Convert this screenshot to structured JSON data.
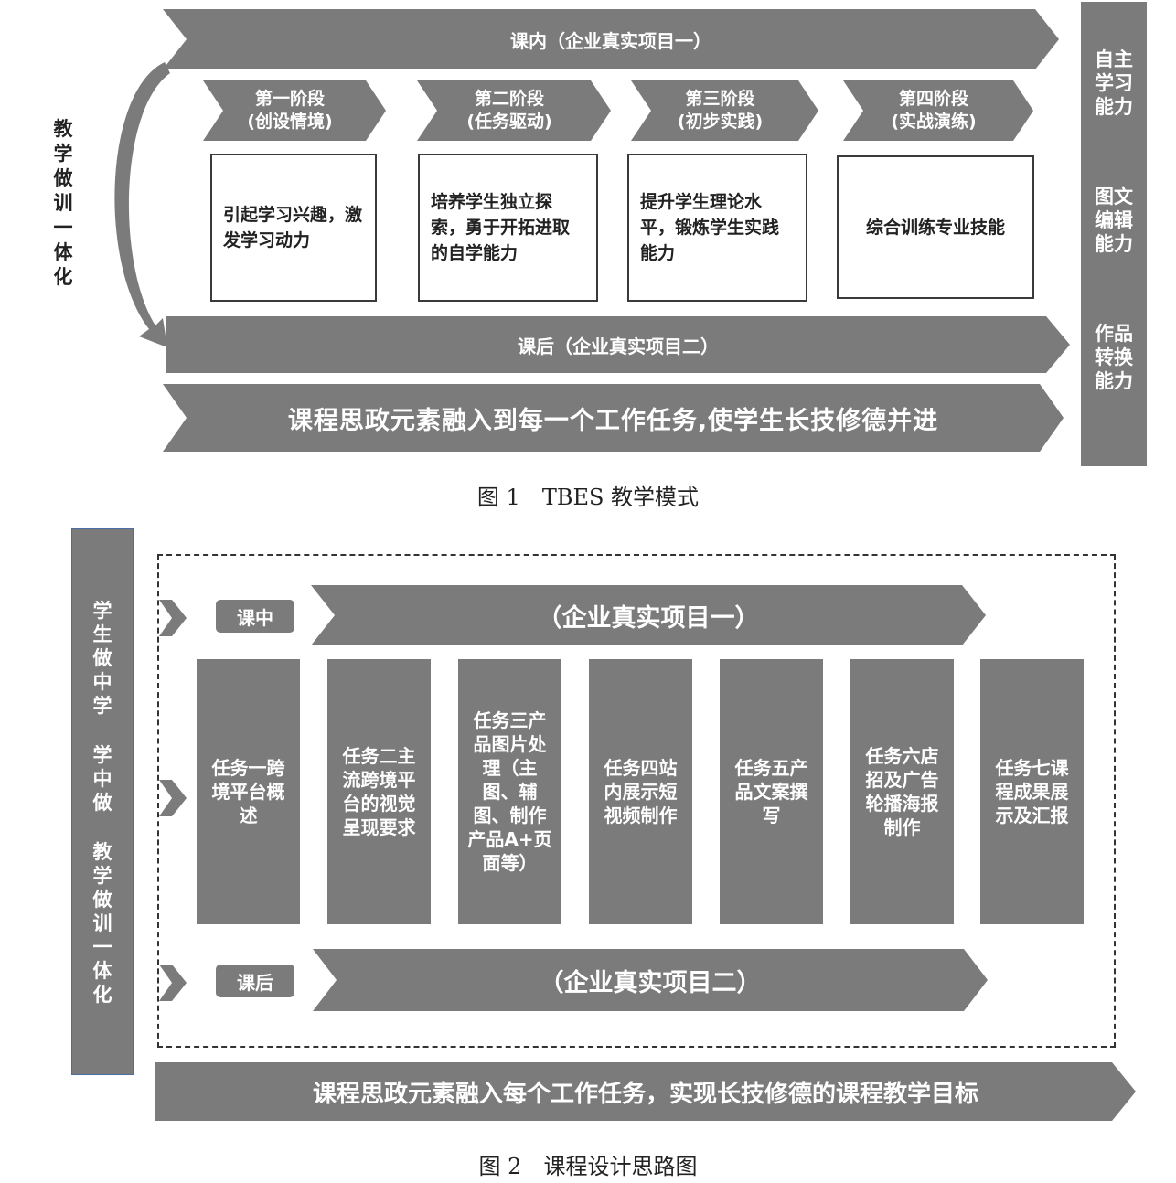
{
  "figure1": {
    "top_arrow": "课内（企业真实项目一）",
    "side_label": "教学做训一体化",
    "stages": [
      {
        "name": "第一阶段",
        "sub": "(创设情境)",
        "desc": "引起学习兴趣，激发学习动力"
      },
      {
        "name": "第二阶段",
        "sub": "(任务驱动)",
        "desc": "培养学生独立探索，勇于开拓进取的自学能力"
      },
      {
        "name": "第三阶段",
        "sub": "(初步实践)",
        "desc": "提升学生理论水平，锻炼学生实践能力"
      },
      {
        "name": "第四阶段",
        "sub": "(实战演练)",
        "desc": "综合训练专业技能"
      }
    ],
    "after_arrow": "课后（企业真实项目二）",
    "ideology_arrow": "课程思政元素融入到每一个工作任务,使学生长技修德并进",
    "right_abilities": [
      "自主学习能力",
      "图文编辑能力",
      "作品转换能力"
    ],
    "caption": "图 1　TBES 教学模式"
  },
  "figure2": {
    "side_label_1": "学生做中学",
    "side_label_2": "学中做",
    "side_label_3": "教学做训一体化",
    "in_class_tag": "课中",
    "in_class_arrow": "（企业真实项目一）",
    "tasks": [
      "任务一跨境平台概述",
      "任务二主流跨境平台的视觉呈现要求",
      "任务三产品图片处理（主图、辅图、制作产品A+页面等）",
      "任务四站内展示短视频制作",
      "任务五产品文案撰写",
      "任务六店招及广告轮播海报制作",
      "任务七课程成果展示及汇报"
    ],
    "after_class_tag": "课后",
    "after_class_arrow": "（企业真实项目二）",
    "bottom_arrow": "课程思政元素融入每个工作任务，实现长技修德的课程教学目标",
    "caption": "图 2　课程设计思路图"
  }
}
